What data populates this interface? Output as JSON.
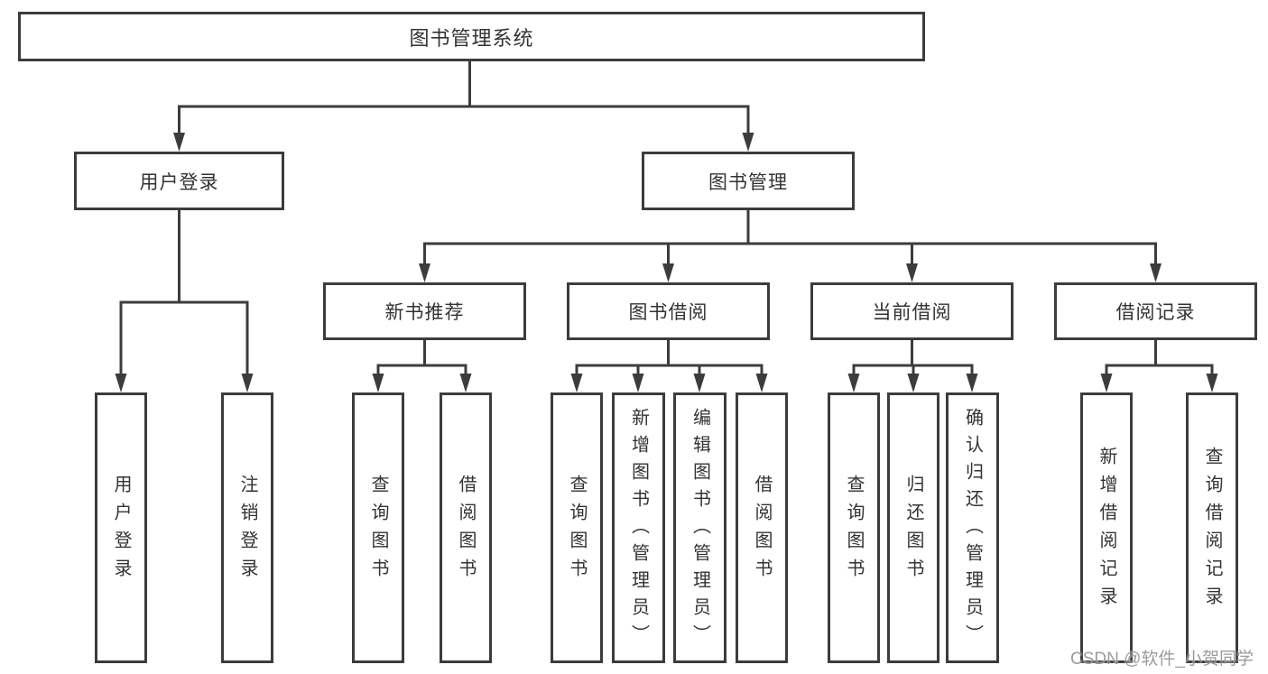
{
  "nodes": {
    "root": {
      "label": "图书管理系统"
    },
    "user_login": {
      "label": "用户登录"
    },
    "book_mgmt": {
      "label": "图书管理"
    },
    "new_book_rec": {
      "label": "新书推荐"
    },
    "book_borrow": {
      "label": "图书借阅"
    },
    "current_borrow": {
      "label": "当前借阅"
    },
    "borrow_record": {
      "label": "借阅记录"
    },
    "leaves": {
      "login": {
        "label": "用户登录"
      },
      "logout": {
        "label": "注销登录"
      },
      "rec_query": {
        "label": "查询图书"
      },
      "rec_borrow": {
        "label": "借阅图书"
      },
      "bb_query": {
        "label": "查询图书"
      },
      "bb_add": {
        "label": "新增图书（管理员）"
      },
      "bb_edit": {
        "label": "编辑图书（管理员）"
      },
      "bb_borrow": {
        "label": "借阅图书"
      },
      "cb_query": {
        "label": "查询图书"
      },
      "cb_return": {
        "label": "归还图书"
      },
      "cb_confirm": {
        "label": "确认归还（管理员）"
      },
      "br_add": {
        "label": "新增借阅记录"
      },
      "br_query": {
        "label": "查询借阅记录"
      }
    }
  },
  "watermark": {
    "text": "CSDN @软件_小贺同学"
  },
  "colors": {
    "line": "#3c3c3c",
    "box_border": "#3c3c3c",
    "box_fill": "#ffffff",
    "text": "#333333",
    "background": "#ffffff",
    "watermark": "#8a8a8a"
  }
}
